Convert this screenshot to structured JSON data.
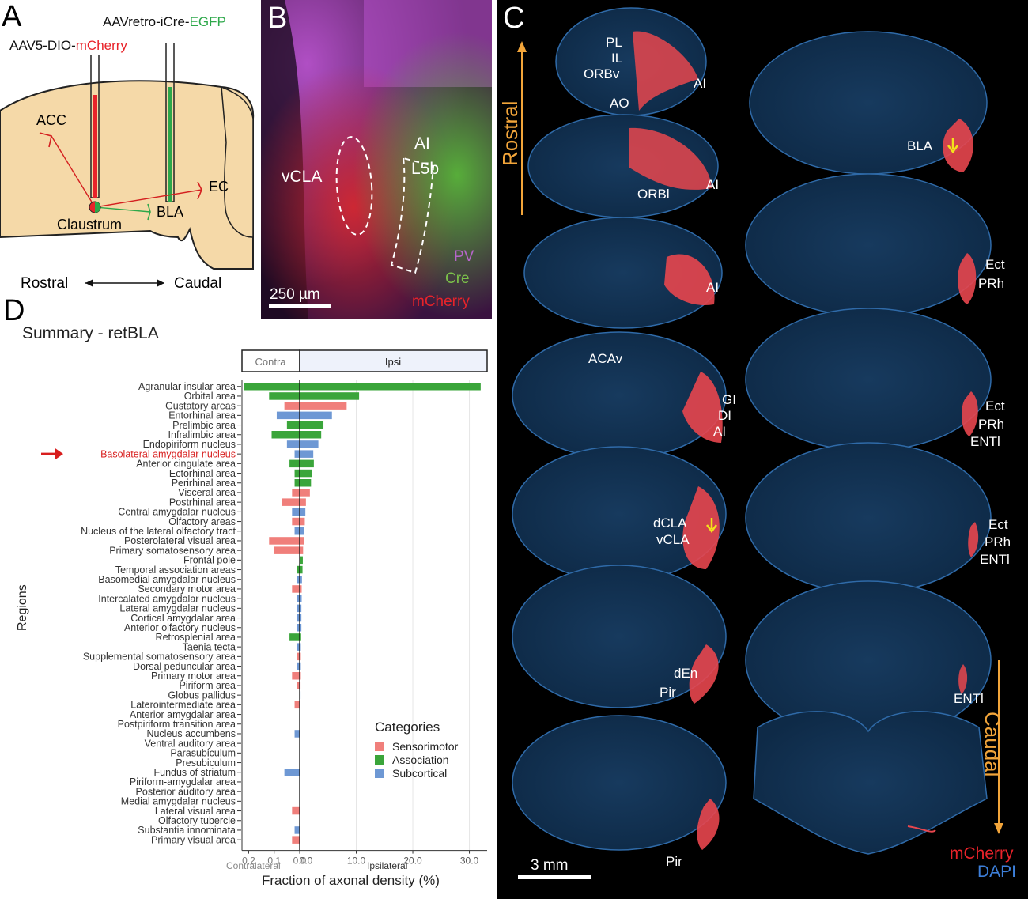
{
  "panels": {
    "a": {
      "letter": "A",
      "injection_green": "AAVretro-iCre-",
      "injection_green_suffix": "EGFP",
      "injection_red": "AAV5-DIO-",
      "injection_red_suffix": "mCherry",
      "targets": [
        "ACC",
        "EC",
        "BLA",
        "Claustrum"
      ],
      "axis_left": "Rostral",
      "axis_right": "Caudal"
    },
    "b": {
      "letter": "B",
      "labels": [
        "vCLA",
        "AI",
        "L5b"
      ],
      "scale_bar": "250 µm",
      "legend": [
        {
          "text": "PV",
          "color": "#b565c9"
        },
        {
          "text": "Cre",
          "color": "#7cc24a"
        },
        {
          "text": "mCherry",
          "color": "#e8232a"
        }
      ]
    },
    "c": {
      "letter": "C",
      "rostral": "Rostral",
      "caudal": "Caudal",
      "scale_bar": "3 mm",
      "legend": [
        {
          "text": "mCherry",
          "color": "#e8232a"
        },
        {
          "text": "DAPI",
          "color": "#3d7fd9"
        }
      ],
      "left_column_labels": [
        [
          "PL",
          "IL",
          "ORBv",
          "AO",
          "AI"
        ],
        [
          "ORBl",
          "AI"
        ],
        [
          "AI"
        ],
        [
          "ACAv",
          "GI",
          "DI",
          "AI"
        ],
        [
          "dCLA",
          "vCLA"
        ],
        [
          "dEn",
          "Pir"
        ],
        [
          "Pir"
        ]
      ],
      "right_column_labels": [
        [
          "BLA"
        ],
        [
          "Ect",
          "PRh"
        ],
        [
          "Ect",
          "PRh",
          "ENTl"
        ],
        [
          "Ect",
          "PRh",
          "ENTl"
        ],
        [
          "ENTl"
        ],
        []
      ]
    },
    "d": {
      "letter": "D",
      "title": "Summary - retBLA",
      "contra_label": "Contra",
      "ipsi_label": "Ipsi",
      "highlight_region": "Basolateral amygdalar nucleus",
      "legend_title": "Categories",
      "categories": [
        {
          "name": "Sensorimotor",
          "color": "#f07f7b"
        },
        {
          "name": "Association",
          "color": "#3aa53a"
        },
        {
          "name": "Subcortical",
          "color": "#6e98d4"
        }
      ]
    }
  },
  "chart_data": {
    "type": "bar",
    "title": "Summary - retBLA",
    "xlabel": "Fraction of axonal density (%)",
    "ylabel": "Regions",
    "x_sublabels": [
      "Contralateral",
      "Ipsilateral"
    ],
    "contra_ticks": [
      "0.2",
      "0.1",
      "0.0"
    ],
    "ipsi_ticks": [
      "0.0",
      "10.0",
      "20.0",
      "30.0"
    ],
    "ipsi_xlim": [
      0,
      33
    ],
    "contra_xlim": [
      0,
      0.22
    ],
    "categories": [
      "Agranular insular area",
      "Orbital area",
      "Gustatory areas",
      "Entorhinal area",
      "Prelimbic area",
      "Infralimbic area",
      "Endopiriform nucleus",
      "Basolateral amygdalar nucleus",
      "Anterior cingulate area",
      "Ectorhinal area",
      "Perirhinal area",
      "Visceral area",
      "Postrhinal area",
      "Central amygdalar nucleus",
      "Olfactory areas",
      "Nucleus of the lateral olfactory tract",
      "Posterolateral visual area",
      "Primary somatosensory area",
      "Frontal pole",
      "Temporal association areas",
      "Basomedial amygdalar nucleus",
      "Secondary motor area",
      "Intercalated amygdalar nucleus",
      "Lateral amygdalar nucleus",
      "Cortical amygdalar area",
      "Anterior olfactory nucleus",
      "Retrosplenial area",
      "Taenia tecta",
      "Supplemental somatosensory area",
      "Dorsal peduncular area",
      "Primary motor area",
      "Piriform area",
      "Globus pallidus",
      "Laterointermediate area",
      "Anterior amygdalar area",
      "Postpiriform transition area",
      "Nucleus accumbens",
      "Ventral auditory area",
      "Parasubiculum",
      "Presubiculum",
      "Fundus of striatum",
      "Piriform-amygdalar area",
      "Posterior auditory area",
      "Medial amygdalar nucleus",
      "Lateral visual area",
      "Olfactory tubercle",
      "Substantia innominata",
      "Primary visual area"
    ],
    "series": [
      {
        "name": "Ipsilateral",
        "values": [
          32.0,
          10.5,
          8.3,
          5.7,
          4.2,
          3.8,
          3.3,
          2.4,
          2.5,
          2.1,
          2.0,
          1.8,
          1.1,
          1.0,
          0.9,
          0.8,
          0.7,
          0.6,
          0.55,
          0.5,
          0.4,
          0.35,
          0.35,
          0.3,
          0.3,
          0.3,
          0.25,
          0.2,
          0.2,
          0.2,
          0.2,
          0.15,
          0.15,
          0.1,
          0.1,
          0.1,
          0.1,
          0.05,
          0.05,
          0.05,
          0.05,
          0.05,
          0.05,
          0.05,
          0.05,
          0.05,
          0.05,
          0.05
        ]
      },
      {
        "name": "Contralateral",
        "values": [
          0.22,
          0.12,
          0.06,
          0.09,
          0.05,
          0.11,
          0.05,
          0.02,
          0.04,
          0.02,
          0.02,
          0.03,
          0.07,
          0.03,
          0.03,
          0.02,
          0.12,
          0.1,
          0.0,
          0.01,
          0.01,
          0.03,
          0.01,
          0.01,
          0.01,
          0.01,
          0.04,
          0.01,
          0.01,
          0.01,
          0.03,
          0.01,
          0.0,
          0.02,
          0.0,
          0.0,
          0.02,
          0.0,
          0.0,
          0.0,
          0.06,
          0.0,
          0.0,
          0.0,
          0.03,
          0.0,
          0.02,
          0.03
        ]
      }
    ],
    "region_category": [
      "Association",
      "Association",
      "Sensorimotor",
      "Subcortical",
      "Association",
      "Association",
      "Subcortical",
      "Subcortical",
      "Association",
      "Association",
      "Association",
      "Sensorimotor",
      "Sensorimotor",
      "Subcortical",
      "Sensorimotor",
      "Subcortical",
      "Sensorimotor",
      "Sensorimotor",
      "Association",
      "Association",
      "Subcortical",
      "Sensorimotor",
      "Subcortical",
      "Subcortical",
      "Subcortical",
      "Subcortical",
      "Association",
      "Subcortical",
      "Sensorimotor",
      "Subcortical",
      "Sensorimotor",
      "Sensorimotor",
      "Subcortical",
      "Sensorimotor",
      "Subcortical",
      "Subcortical",
      "Subcortical",
      "Sensorimotor",
      "Subcortical",
      "Subcortical",
      "Subcortical",
      "Subcortical",
      "Sensorimotor",
      "Subcortical",
      "Sensorimotor",
      "Subcortical",
      "Subcortical",
      "Sensorimotor"
    ],
    "legend_position": "right"
  }
}
